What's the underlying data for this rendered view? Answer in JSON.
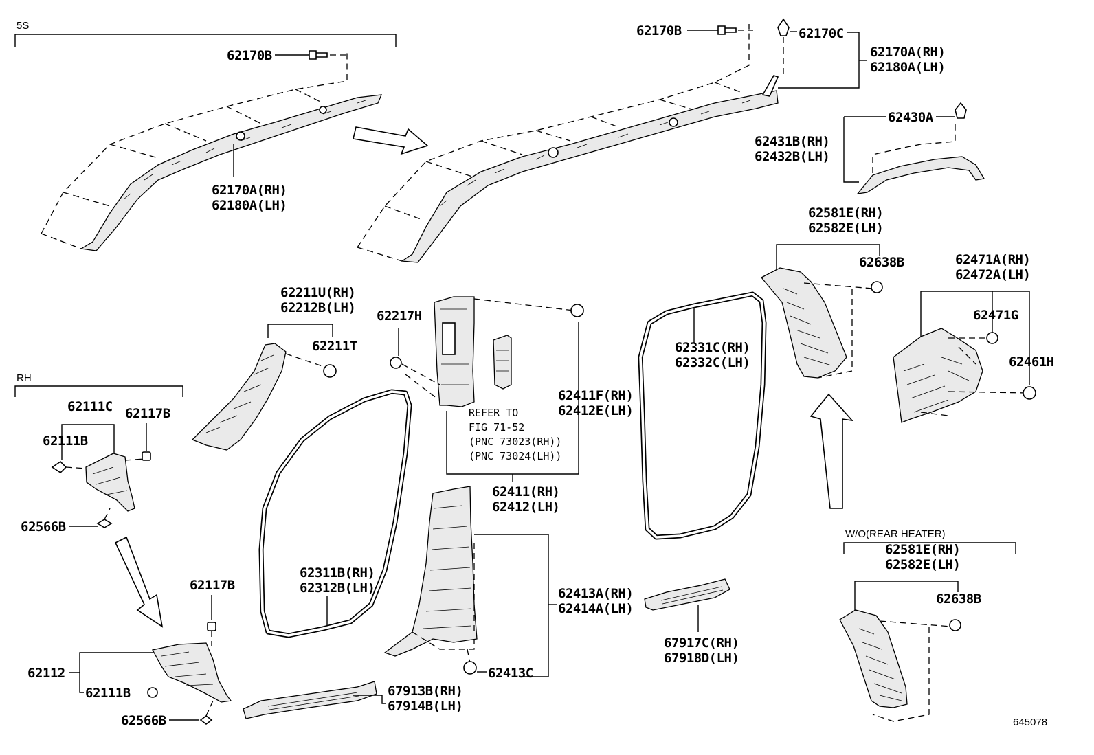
{
  "diagram_id": "645078",
  "sections": {
    "s5": "5S",
    "rh": "RH",
    "wo_rear_heater": "W/O(REAR HEATER)"
  },
  "labels": {
    "l62170B_a": "62170B",
    "l62170A_a": "62170A(RH)",
    "l62180A_a": "62180A(LH)",
    "l62170B_b": "62170B",
    "l62170C": "62170C",
    "l62170A_b": "62170A(RH)",
    "l62180A_b": "62180A(LH)",
    "l62430A": "62430A",
    "l62431B": "62431B(RH)",
    "l62432B": "62432B(LH)",
    "l62581E_a": "62581E(RH)",
    "l62582E_a": "62582E(LH)",
    "l62638B_a": "62638B",
    "l62471A": "62471A(RH)",
    "l62472A": "62472A(LH)",
    "l62471G": "62471G",
    "l62461H": "62461H",
    "l62211U": "62211U(RH)",
    "l62212B": "62212B(LH)",
    "l62211T": "62211T",
    "l62217H": "62217H",
    "l62411F": "62411F(RH)",
    "l62412E": "62412E(LH)",
    "l62331C": "62331C(RH)",
    "l62332C": "62332C(LH)",
    "l62111C": "62111C",
    "l62117B_a": "62117B",
    "l62111B_a": "62111B",
    "l62566B_a": "62566B",
    "l62411": "62411(RH)",
    "l62412": "62412(LH)",
    "l62311B": "62311B(RH)",
    "l62312B": "62312B(LH)",
    "l62117B_b": "62117B",
    "l62413A": "62413A(RH)",
    "l62414A": "62414A(LH)",
    "l62413C": "62413C",
    "l62112": "62112",
    "l62111B_b": "62111B",
    "l62566B_b": "62566B",
    "l67913B": "67913B(RH)",
    "l67914B": "67914B(LH)",
    "l67917C": "67917C(RH)",
    "l67918D": "67918D(LH)",
    "l62581E_b": "62581E(RH)",
    "l62582E_b": "62582E(LH)",
    "l62638B_b": "62638B"
  },
  "refer_note": {
    "line1": "REFER TO",
    "line2": "FIG 71-52",
    "line3": "(PNC 73023(RH))",
    "line4": "(PNC 73024(LH))"
  }
}
